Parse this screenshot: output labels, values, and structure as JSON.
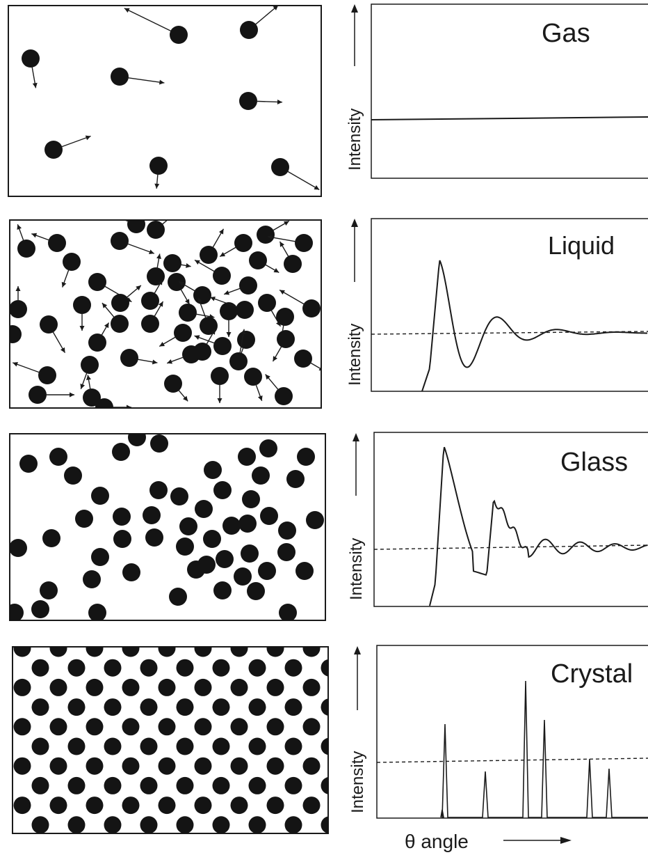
{
  "figure": {
    "ylabel": "Intensity",
    "xlabel": "θ angle",
    "colors": {
      "ink": "#1a1a1a",
      "particle": "#141414",
      "paper": "#ffffff"
    }
  },
  "panels": [
    {
      "id": "gas",
      "title": "Gas",
      "particles": "sparse, moving (arrows)",
      "pattern": "flat"
    },
    {
      "id": "liquid",
      "title": "Liquid",
      "particles": "dense, disordered, moving (arrows)",
      "pattern": "damped oscillation"
    },
    {
      "id": "glass",
      "title": "Glass",
      "particles": "dense, disordered, static",
      "pattern": "damped oscillation, split second peak"
    },
    {
      "id": "crystal",
      "title": "Crystal",
      "particles": "ordered lattice",
      "pattern": "sharp Bragg peaks"
    }
  ]
}
